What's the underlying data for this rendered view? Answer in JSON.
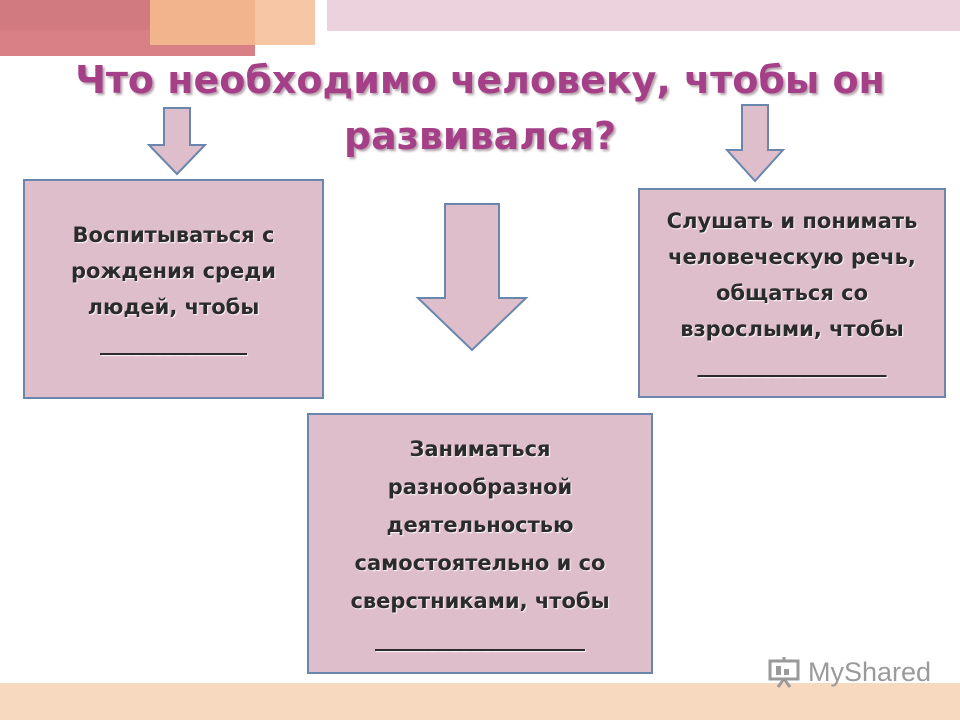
{
  "title": "Что необходимо человеку, чтобы он развивался?",
  "boxes": {
    "left": "Воспитываться с\nрождения среди\nлюдей, чтобы\n______________",
    "center": "Заниматься\nразнообразной\nдеятельностью\nсамостоятельно и со\nсверстниками, чтобы\n____________________",
    "right": "Слушать и понимать\nчеловеческую речь,\nобщаться со\nвзрослыми, чтобы\n__________________"
  },
  "watermark": {
    "text": "MyShared",
    "icon": "presentation-screen-icon"
  },
  "colors": {
    "title": "#a53f88",
    "box_fill": "#dfbecb",
    "box_border": "#6b86ad",
    "arrow_fill": "#dfbecb",
    "arrow_stroke": "#6b86ad"
  }
}
